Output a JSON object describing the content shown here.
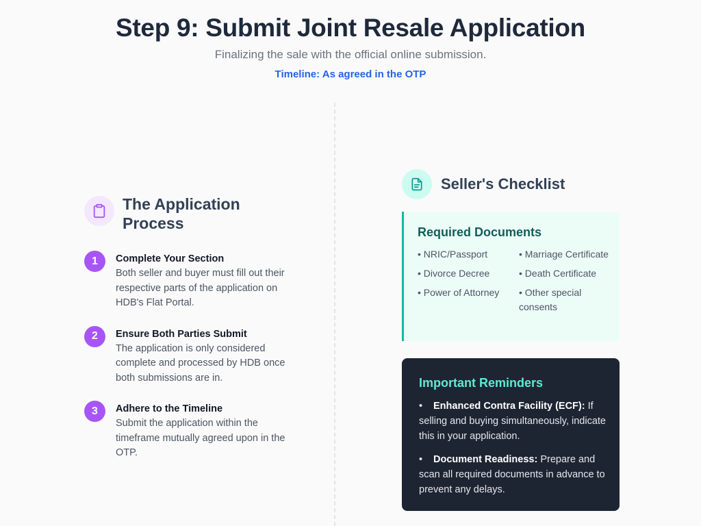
{
  "header": {
    "title": "Step 9: Submit Joint Resale Application",
    "subtitle": "Finalizing the sale with the official online submission.",
    "timeline": "Timeline: As agreed in the OTP"
  },
  "process": {
    "icon": "clipboard-icon",
    "title": "The Application Process",
    "steps": [
      {
        "number": "1",
        "title": "Complete Your Section",
        "text": "Both seller and buyer must fill out their respective parts of the application on HDB's Flat Portal."
      },
      {
        "number": "2",
        "title": "Ensure Both Parties Submit",
        "text": "The application is only considered complete and processed by HDB once both submissions are in."
      },
      {
        "number": "3",
        "title": "Adhere to the Timeline",
        "text": "Submit the application within the timeframe mutually agreed upon in the OTP."
      }
    ]
  },
  "checklist": {
    "icon": "document-icon",
    "title": "Seller's Checklist",
    "documents_title": "Required Documents",
    "documents": [
      "• NRIC/Passport",
      "• Marriage Certificate",
      "• Divorce Decree",
      "• Death Certificate",
      "• Power of Attorney",
      "• Other special consents"
    ]
  },
  "reminders": {
    "title": "Important Reminders",
    "items": [
      {
        "bullet": "•",
        "lead": "Enhanced Contra Facility (ECF):",
        "text": " If selling and buying simultaneously, indicate this in your application."
      },
      {
        "bullet": "•",
        "lead": "Document Readiness:",
        "text": " Prepare and scan all required documents in advance to prevent any delays."
      }
    ]
  },
  "colors": {
    "accent_purple": "#a855f7",
    "accent_teal": "#14b8a6",
    "link_blue": "#2563eb",
    "dark_card": "#1e2532"
  }
}
